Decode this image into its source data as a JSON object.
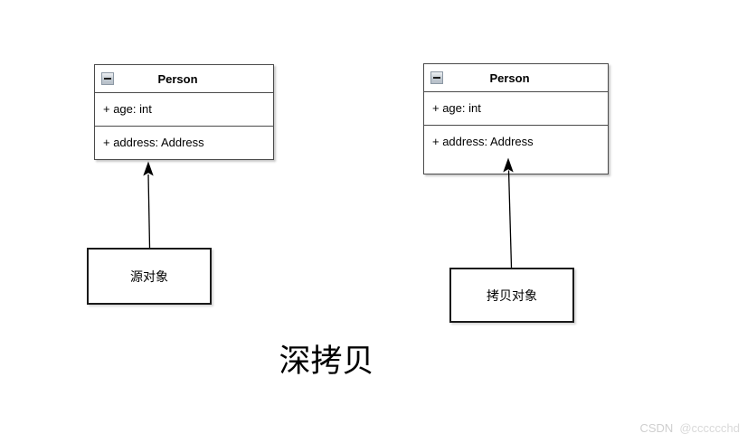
{
  "diagram": {
    "caption": "深拷贝",
    "classes": [
      {
        "title": "Person",
        "attributes": [
          "+ age: int",
          "+ address: Address"
        ]
      },
      {
        "title": "Person",
        "attributes": [
          "+ age: int",
          "+ address: Address"
        ]
      }
    ],
    "objects": [
      {
        "label": "源对象"
      },
      {
        "label": "拷贝对象"
      }
    ],
    "arrows": [
      {
        "from": "source-object",
        "to": "person-class-left"
      },
      {
        "from": "copy-object",
        "to": "person-class-right-address-attribute"
      }
    ]
  },
  "icons": {
    "class_header": "collapse-minus-icon"
  },
  "colors": {
    "class_border": "#4a4a4a",
    "object_border": "#1a1a1a",
    "arrow": "#000000",
    "text": "#000000",
    "watermark_brand": "#cfcfcf",
    "watermark_user": "#d9d9d9",
    "background": "#ffffff"
  },
  "watermark": {
    "brand": "CSDN",
    "user": "@cccccchd"
  }
}
